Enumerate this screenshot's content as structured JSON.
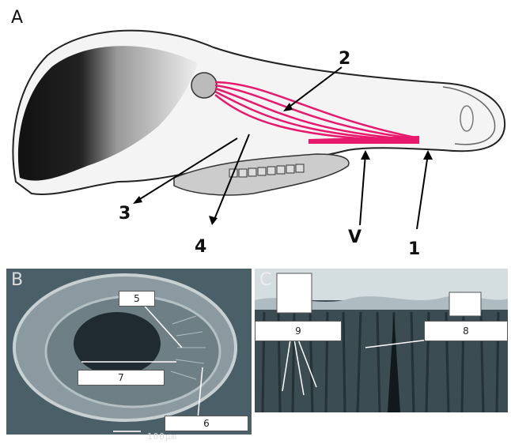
{
  "panels": {
    "a": {
      "letter": "A",
      "labels": {
        "n1": "1",
        "n2": "2",
        "n3": "3",
        "n4": "4",
        "v": "V"
      }
    },
    "b": {
      "letter": "B",
      "labels": {
        "n5": "5",
        "n6": "6",
        "n7": "7"
      },
      "scale_bar": "100μm"
    },
    "c": {
      "letter": "C",
      "labels": {
        "n8": "8",
        "n9": "9"
      }
    }
  },
  "colors": {
    "nerve": "#e8186d",
    "sem_bg": "#4b5f68",
    "sem_dark": "#1f2b30"
  }
}
